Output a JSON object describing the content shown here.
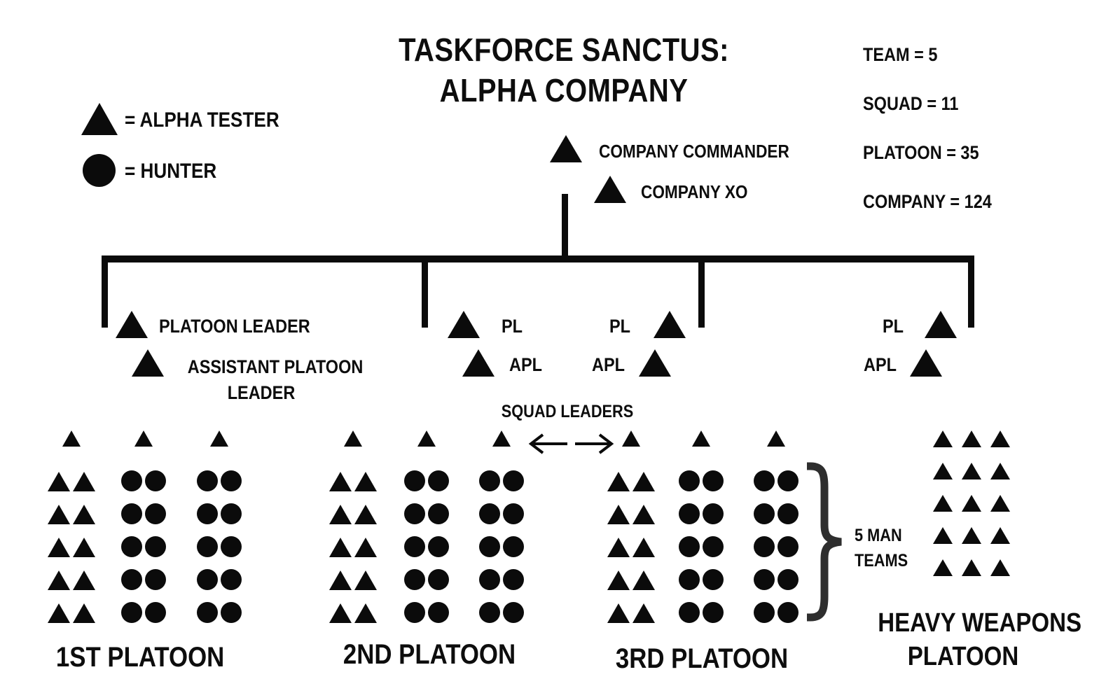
{
  "title": {
    "line1": "TASKFORCE SANCTUS:",
    "line2": "ALPHA COMPANY"
  },
  "stats": {
    "team": "TEAM = 5",
    "squad": "SQUAD = 11",
    "platoon": "PLATOON = 35",
    "company": "COMPANY = 124"
  },
  "legend": {
    "alpha_tester_symbol": "triangle",
    "alpha_tester_label": "= ALPHA TESTER",
    "hunter_symbol": "circle",
    "hunter_label": "= HUNTER"
  },
  "command": {
    "commander_label": "COMPANY COMMANDER",
    "xo_label": "COMPANY XO"
  },
  "headers": {
    "p1_leader_label": "PLATOON LEADER",
    "p1_assistant_line1": "ASSISTANT PLATOON",
    "p1_assistant_line2": "LEADER",
    "pl_abbr": "PL",
    "apl_abbr": "APL"
  },
  "annotations": {
    "squad_leaders": "SQUAD LEADERS",
    "five_man_teams_line1": "5 MAN",
    "five_man_teams_line2": "TEAMS"
  },
  "units": {
    "rows_per_squad": 5,
    "cols_per_squad": 2,
    "platoons": [
      {
        "name": "1ST PLATOON",
        "squads": [
          {
            "leader": "triangle",
            "members": "triangle"
          },
          {
            "leader": "triangle",
            "members": "circle"
          },
          {
            "leader": "triangle",
            "members": "circle"
          }
        ]
      },
      {
        "name": "2ND PLATOON",
        "squads": [
          {
            "leader": "triangle",
            "members": "triangle"
          },
          {
            "leader": "triangle",
            "members": "circle"
          },
          {
            "leader": "triangle",
            "members": "circle"
          }
        ]
      },
      {
        "name": "3RD PLATOON",
        "squads": [
          {
            "leader": "triangle",
            "members": "triangle"
          },
          {
            "leader": "triangle",
            "members": "circle"
          },
          {
            "leader": "triangle",
            "members": "circle"
          }
        ]
      }
    ],
    "heavy_weapons": {
      "name_line1": "HEAVY WEAPONS",
      "name_line2": "PLATOON",
      "rows": 5,
      "cols": 3,
      "symbol": "triangle"
    }
  },
  "colors": {
    "background": "#ffffff",
    "shape": "#0b0b0b",
    "text": "#0d0d0d",
    "brace": "#2e2e2e"
  }
}
